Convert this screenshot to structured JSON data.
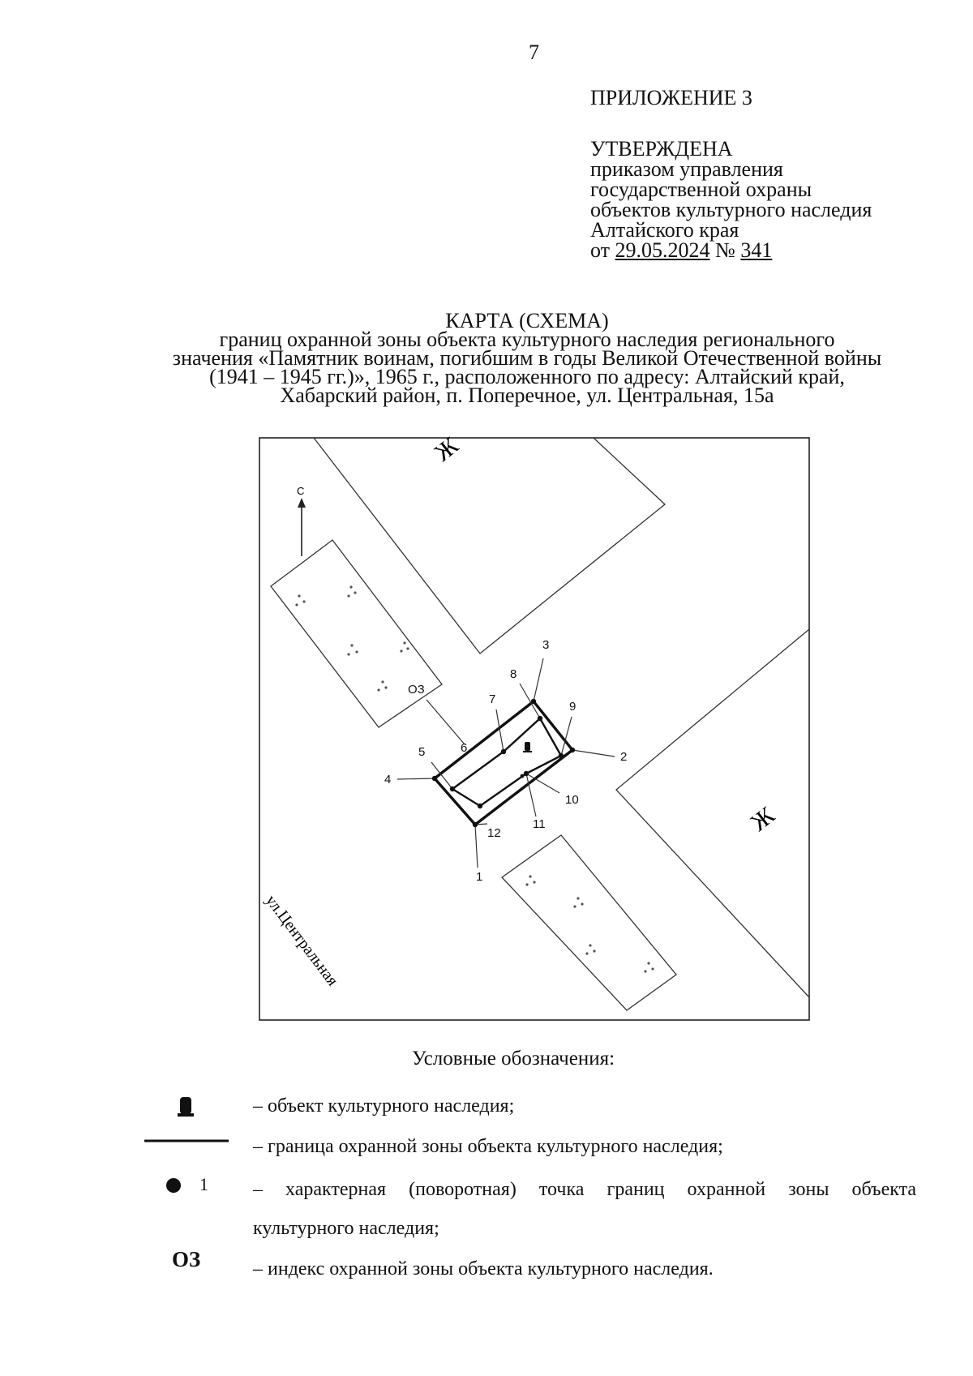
{
  "page_number": "7",
  "approval": {
    "appendix": "ПРИЛОЖЕНИЕ 3",
    "approved": "УТВЕРЖДЕНА",
    "lines": [
      "приказом управления",
      "государственной охраны",
      "объектов культурного наследия",
      "Алтайского края"
    ],
    "date_prefix": "от",
    "date": "29.05.2024",
    "number_sign": "№",
    "number": "341"
  },
  "title": {
    "heading": "КАРТА (СХЕМА)",
    "lines": [
      "границ охранной зоны объекта культурного наследия регионального",
      "значения «Памятник воинам, погибшим в годы Великой Отечественной войны",
      "(1941 – 1945 гг.)», 1965 г., расположенного по адресу: Алтайский край,",
      "Хабарский район, п. Поперечное, ул. Центральная, 15а"
    ]
  },
  "map": {
    "north_label": "С",
    "railway_label": "Ж",
    "street_label": "ул.Центральная",
    "zone_index": "ОЗ",
    "points": [
      "1",
      "2",
      "3",
      "4",
      "5",
      "6",
      "7",
      "8",
      "9",
      "10",
      "11",
      "12"
    ]
  },
  "legend": {
    "heading": "Условные обозначения:",
    "items": [
      {
        "symbol": "monument-icon",
        "text": "– объект культурного наследия;"
      },
      {
        "symbol": "boundary-line",
        "text": "– граница охранной зоны объекта культурного наследия;"
      },
      {
        "symbol": "turning-point",
        "symbol_label": "1",
        "text": "– характерная (поворотная) точка границ охранной зоны объекта",
        "text_cont": "культурного наследия;"
      },
      {
        "symbol": "zone-index",
        "symbol_label": "ОЗ",
        "text": "– индекс охранной зоны объекта культурного наследия."
      }
    ]
  }
}
